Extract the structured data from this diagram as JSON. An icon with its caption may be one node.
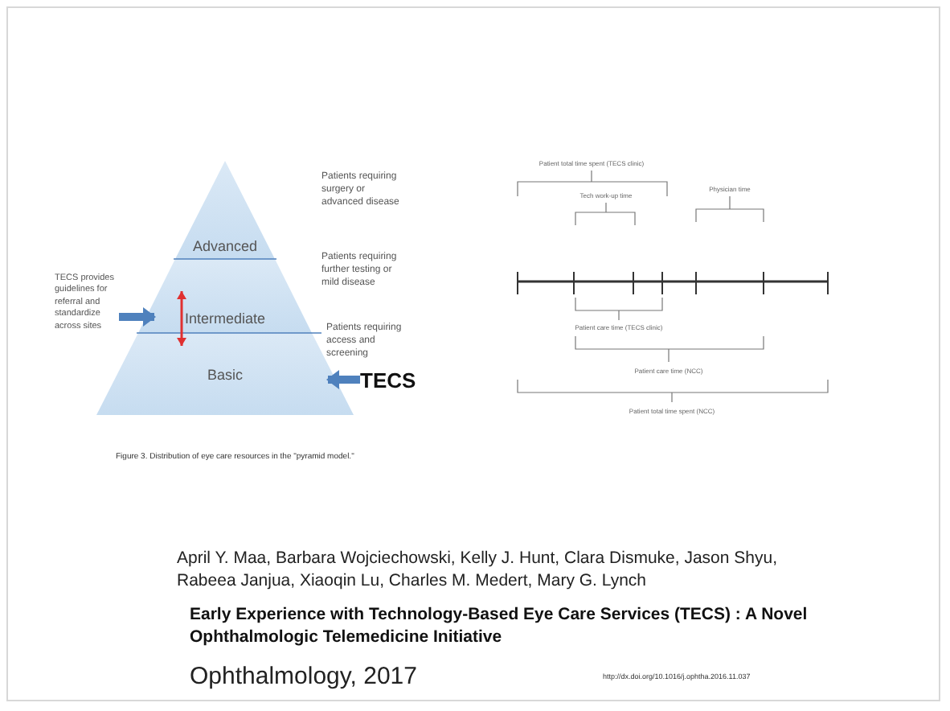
{
  "diagram": {
    "title": "Early Experience with Technology-Based Eye Care Services (TECS) : A Novel Ophthalmologic Telemedicine Initiative",
    "caption": "Figure 3. Distribution of eye care resources in the \"pyramid model.\"",
    "nodes": [
      {
        "text": [
          "Advanced"
        ]
      },
      {
        "text": [
          "Intermediate"
        ]
      },
      {
        "text": [
          "Basic"
        ]
      },
      {
        "text": [
          "TECS provides guidelines for referral and standardize across sites"
        ]
      },
      {
        "text": [
          "TECS"
        ]
      }
    ],
    "edges": [
      {
        "from": 3,
        "to": 1,
        "arrow": "to"
      },
      {
        "from": 1,
        "to": 2,
        "arrow": "both",
        "color": "#e03030"
      },
      {
        "from": 4,
        "to": 2,
        "arrow": "to"
      }
    ],
    "labels": [
      "Patients requiring surgery or advanced disease",
      "Patients requiring further testing or mild disease",
      "Patients requiring access and screening",
      "Patient total time spent (TECS clinic)",
      "Tech work-up time",
      "Physician time",
      "Patient care time (TECS clinic)",
      "Patient care time (NCC)",
      "Patient total time spent (NCC)",
      "April Y. Maa,  Barbara Wojciechowski,  Kelly J. Hunt,  Clara Dismuke,  Jason Shyu,  Rabeea Janjua,  Xiaoqin Lu,  Charles M. Medert,  Mary G. Lynch",
      "Ophthalmology, 2017",
      "http://dx.doi.org/10.1016/j.ophtha.2016.11.037"
    ]
  }
}
